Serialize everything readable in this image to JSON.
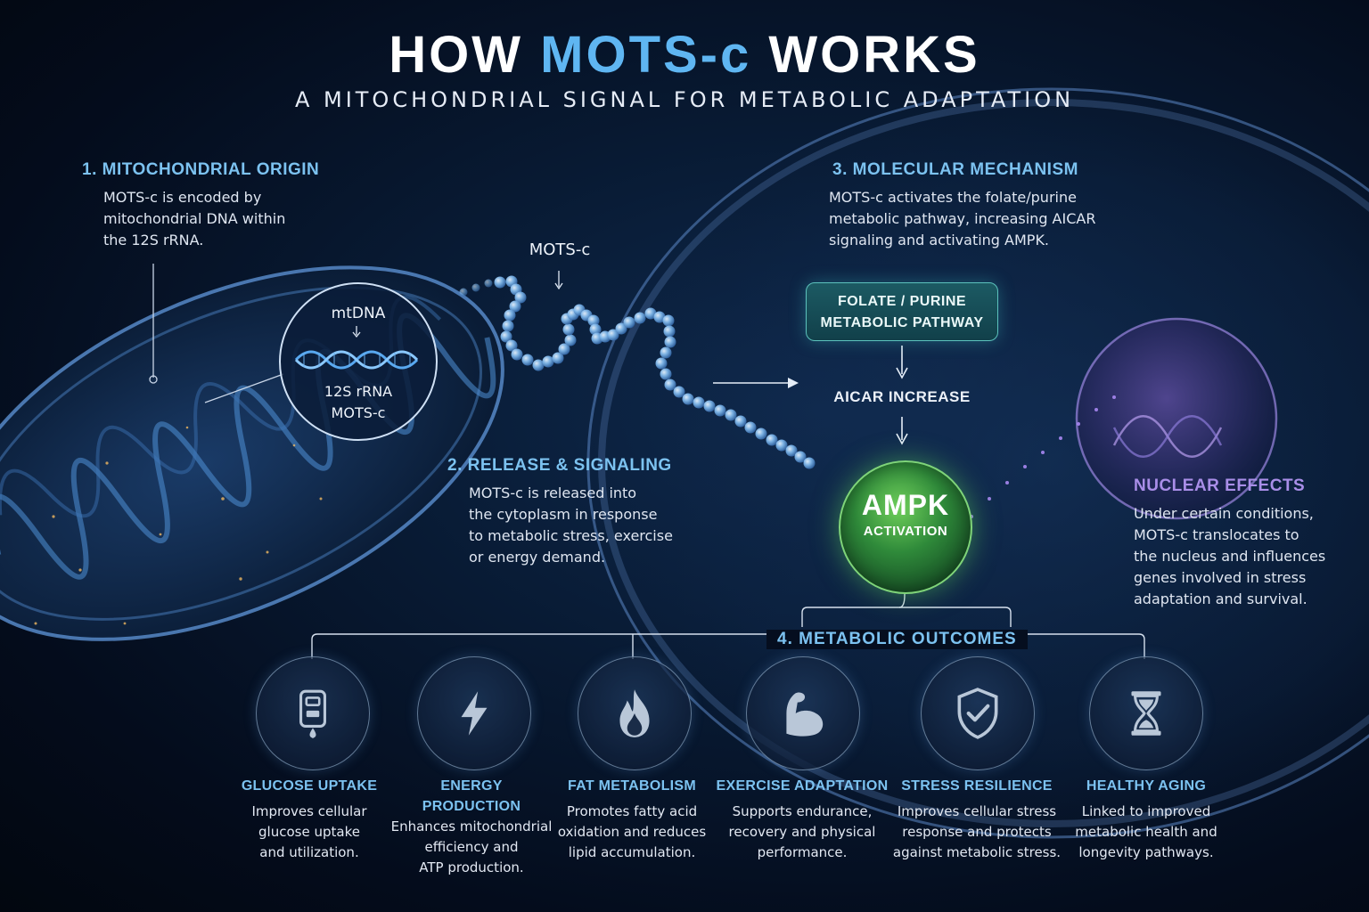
{
  "header": {
    "title_prefix": "HOW",
    "title_highlight": "MOTS-c",
    "title_suffix": "WORKS",
    "subtitle": "A MITOCHONDRIAL SIGNAL FOR METABOLIC ADAPTATION"
  },
  "section1": {
    "title": "1. MITOCHONDRIAL ORIGIN",
    "lines": [
      "MOTS-c is encoded by",
      "mitochondrial DNA within",
      "the 12S rRNA."
    ]
  },
  "inset": {
    "top_label": "mtDNA",
    "bottom_line1": "12S rRNA",
    "bottom_line2": "MOTS-c"
  },
  "peptide_label": "MOTS-c",
  "section2": {
    "title": "2. RELEASE & SIGNALING",
    "lines": [
      "MOTS-c is released into",
      "the cytoplasm in response",
      "to metabolic stress, exercise",
      "or energy demand."
    ]
  },
  "section3": {
    "title": "3. MOLECULAR MECHANISM",
    "lines": [
      "MOTS-c activates the folate/purine",
      "metabolic pathway, increasing AICAR",
      "signaling and activating AMPK."
    ]
  },
  "pathway": {
    "box_line1": "FOLATE / PURINE",
    "box_line2": "METABOLIC PATHWAY",
    "aicar": "AICAR INCREASE",
    "ampk": "AMPK",
    "ampk_sub": "ACTIVATION"
  },
  "nuclear": {
    "title": "NUCLEAR EFFECTS",
    "lines": [
      "Under certain conditions,",
      "MOTS-c translocates to",
      "the nucleus and influences",
      "genes involved in stress",
      "adaptation and survival."
    ]
  },
  "outcomes_title": "4. METABOLIC OUTCOMES",
  "outcomes": [
    {
      "icon": "glucose-meter-icon",
      "title_lines": [
        "GLUCOSE UPTAKE"
      ],
      "desc_lines": [
        "Improves cellular",
        "glucose uptake",
        "and utilization."
      ]
    },
    {
      "icon": "lightning-bolt-icon",
      "title_lines": [
        "ENERGY",
        "PRODUCTION"
      ],
      "desc_lines": [
        "Enhances mitochondrial",
        "efficiency and",
        "ATP production."
      ]
    },
    {
      "icon": "flame-icon",
      "title_lines": [
        "FAT METABOLISM"
      ],
      "desc_lines": [
        "Promotes fatty acid",
        "oxidation and reduces",
        "lipid accumulation."
      ]
    },
    {
      "icon": "flexed-arm-icon",
      "title_lines": [
        "EXERCISE ADAPTATION"
      ],
      "desc_lines": [
        "Supports endurance,",
        "recovery and physical",
        "performance."
      ]
    },
    {
      "icon": "shield-check-icon",
      "title_lines": [
        "STRESS RESILIENCE"
      ],
      "desc_lines": [
        "Improves cellular stress",
        "response and protects",
        "against metabolic stress."
      ]
    },
    {
      "icon": "hourglass-icon",
      "title_lines": [
        "HEALTHY AGING"
      ],
      "desc_lines": [
        "Linked to improved",
        "metabolic health and",
        "longevity pathways."
      ]
    }
  ],
  "colors": {
    "accent_blue": "#7cc2f0",
    "title_highlight": "#5fb6f2",
    "nuclear_purple": "#a98ee8",
    "ampk_green": "#3f9a45",
    "pathway_teal": "#1c5a63"
  }
}
